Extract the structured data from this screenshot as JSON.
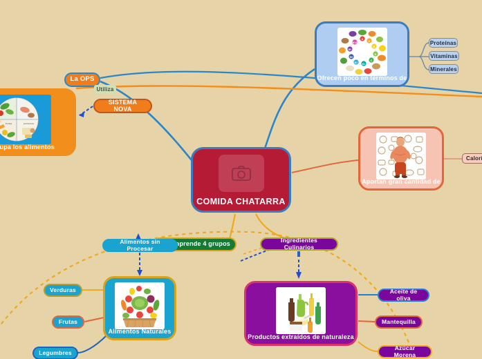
{
  "board": {
    "background_color": "#e6d4a8",
    "title": "COMIDA CHATARRA"
  },
  "center": {
    "label": "COMIDA CHATARRA",
    "fill": "#b51b35",
    "border": "#3b7cc0",
    "image_icon": "camera-icon"
  },
  "branches": {
    "ops": {
      "label": "La OPS",
      "fill": "#f07d1a",
      "border": "#2b86c9"
    },
    "utiliza": {
      "label": "Utiliza",
      "fill": "#cfe0b4"
    },
    "sistema_nova": {
      "label": "SISTEMA NOVA",
      "fill": "#f07d1a",
      "border": "#c0551a"
    },
    "clasifica": {
      "label": "a y agrupa los alimentos",
      "fill": "#f28f1c",
      "border": "#f28f1c",
      "image_icon": "food-plate-icon"
    },
    "ofrecen_poco": {
      "label": "Ofrecen poco en términos de",
      "fill": "#aecdf0",
      "border": "#3b7cc0",
      "image_icon": "vitamin-wheel-icon",
      "children": [
        {
          "label": "Proteínas"
        },
        {
          "label": "Vitaminas"
        },
        {
          "label": "Minerales"
        }
      ]
    },
    "aportan": {
      "label": "Aportan gran cantidad de",
      "fill": "#f7c4b3",
      "border": "#e2663a",
      "image_icon": "junk-food-person-icon",
      "children": [
        {
          "label": "Calorías"
        }
      ]
    },
    "comprende": {
      "label": "omprende 4 grupos",
      "fill": "#147a36",
      "border": "#d9a21b"
    },
    "sin_procesar": {
      "label": "Alimentos sin Procesar",
      "fill": "#1aa3cf",
      "border": "#1aa3cf"
    },
    "alimentos_naturales": {
      "label": "Alimentos Naturales",
      "fill": "#1aa3cf",
      "border": "#d9a21b",
      "image_icon": "vegetable-basket-icon",
      "children": [
        {
          "label": "Verduras",
          "fill": "#1aa3cf",
          "border": "#b4a032"
        },
        {
          "label": "Frutas",
          "fill": "#1aa3cf",
          "border": "#e2663a"
        },
        {
          "label": "Legumbres",
          "fill": "#1aa3cf",
          "border": "#1f63b8"
        }
      ]
    },
    "ingredientes": {
      "label": "Ingredientes Culinarios",
      "fill": "#7b069b",
      "border": "#a8a81e"
    },
    "productos_extraidos": {
      "label": "Productos extraídos de naturaleza",
      "fill": "#8a0f9e",
      "border": "#d9336b",
      "image_icon": "oils-bottles-icon",
      "children": [
        {
          "label": "Aceite de oliva",
          "fill": "#7b069b",
          "border": "#1f7fd4"
        },
        {
          "label": "Mantequilla",
          "fill": "#7b069b",
          "border": "#e2663a"
        },
        {
          "label": "Azúcar Morena",
          "fill": "#7b069b",
          "border": "#f0a81c"
        }
      ]
    }
  }
}
